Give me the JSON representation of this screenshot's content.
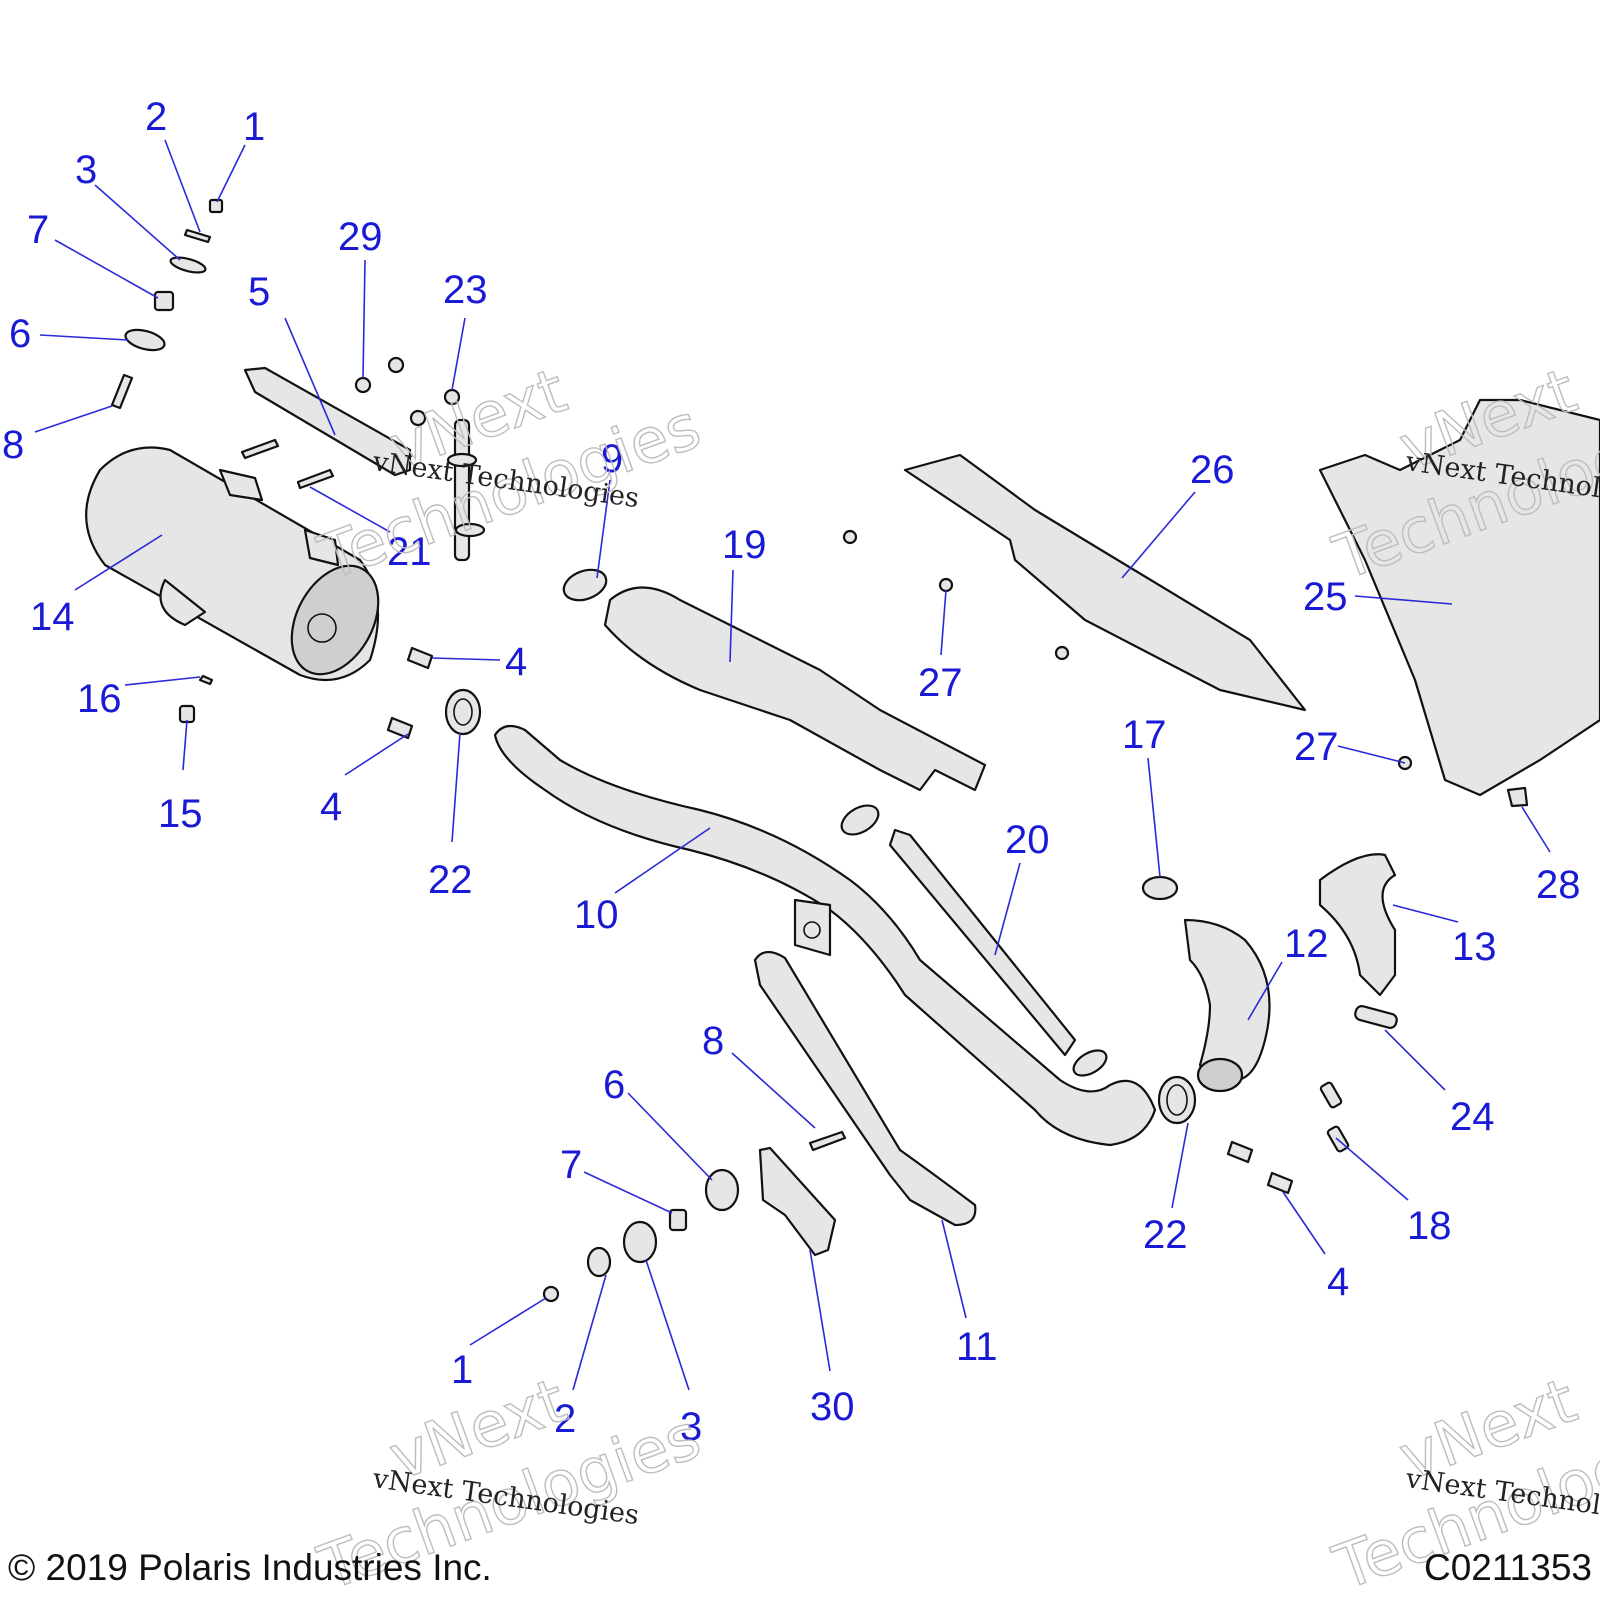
{
  "callouts": {
    "c1a": "1",
    "c2a": "2",
    "c3a": "3",
    "c7a": "7",
    "c6a": "6",
    "c8a": "8",
    "c5": "5",
    "c29": "29",
    "c23": "23",
    "c9": "9",
    "c21": "21",
    "c14": "14",
    "c16": "16",
    "c15": "15",
    "c4a": "4",
    "c4b": "4",
    "c22a": "22",
    "c19": "19",
    "c10": "10",
    "c26": "26",
    "c27a": "27",
    "c27b": "27",
    "c25": "25",
    "c17": "17",
    "c20": "20",
    "c28": "28",
    "c13": "13",
    "c12": "12",
    "c24": "24",
    "c8b": "8",
    "c6b": "6",
    "c7b": "7",
    "c1b": "1",
    "c2b": "2",
    "c3b": "3",
    "c30": "30",
    "c11": "11",
    "c22b": "22",
    "c18": "18",
    "c4c": "4"
  },
  "watermark": {
    "serif": "vNext Technologies",
    "outline_top": "vNext",
    "outline_bottom": "Technologies"
  },
  "footer": {
    "copyright": "© 2019 Polaris Industries Inc.",
    "code": "C0211353"
  }
}
